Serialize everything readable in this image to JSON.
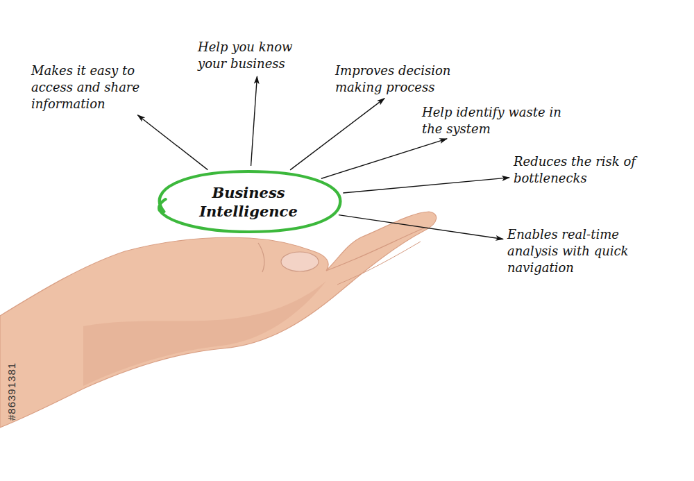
{
  "diagram": {
    "nodes": [
      {
        "text": [
          "Business Intelligence"
        ]
      },
      {
        "text": [
          "Makes it easy to access and share information"
        ]
      },
      {
        "text": [
          "Help you know your business"
        ]
      },
      {
        "text": [
          "Improves decision making process"
        ]
      },
      {
        "text": [
          "Help identify waste in the system"
        ]
      },
      {
        "text": [
          "Reduces the risk of bottlenecks"
        ]
      },
      {
        "text": [
          "Enables real-time analysis with quick navigation"
        ]
      }
    ],
    "edges": [
      {
        "from": 0,
        "to": 1,
        "arrow": "to"
      },
      {
        "from": 0,
        "to": 2,
        "arrow": "to"
      },
      {
        "from": 0,
        "to": 3,
        "arrow": "to"
      },
      {
        "from": 0,
        "to": 4,
        "arrow": "to"
      },
      {
        "from": 0,
        "to": 5,
        "arrow": "to"
      },
      {
        "from": 0,
        "to": 6,
        "arrow": "to"
      }
    ],
    "labels": [
      "#86391381"
    ]
  }
}
